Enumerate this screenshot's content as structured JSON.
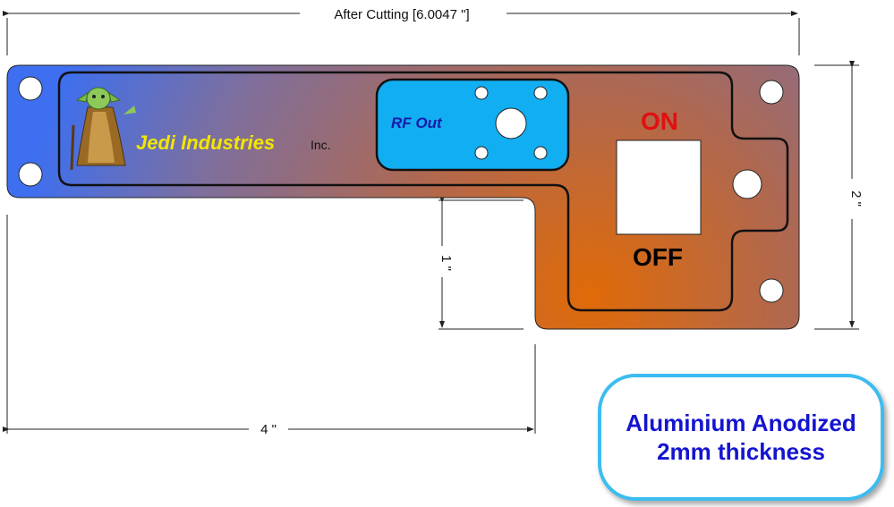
{
  "dimensions": {
    "after_cutting": "After Cutting [6.0047 \"]",
    "height_right": "2 \"",
    "height_notch": "1 \"",
    "width_bottom": "4 \""
  },
  "panel": {
    "brand_name": "Jedi Industries",
    "brand_suffix": "Inc.",
    "rf_label": "RF Out",
    "switch_on_label": "ON",
    "switch_off_label": "OFF",
    "gradient_colors": [
      "#3d6ff0",
      "#a9695e",
      "#d86a12"
    ]
  },
  "note": {
    "line1": "Aluminium Anodized",
    "line2": "2mm thickness",
    "border_color": "#3cbdf0",
    "text_color": "#1414d0"
  }
}
